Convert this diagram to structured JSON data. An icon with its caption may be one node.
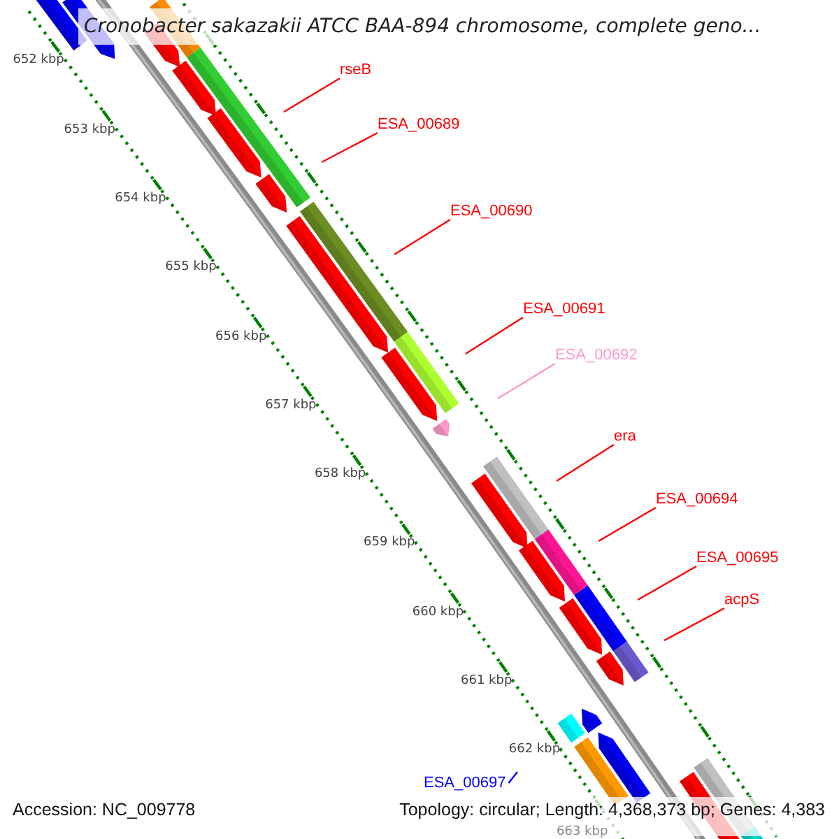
{
  "diagram": {
    "title": "Cronobacter sakazakii ATCC BAA-894 chromosome, complete geno...",
    "nodes": [
      {
        "text": [
          "rseB"
        ]
      },
      {
        "text": [
          "ESA_00689"
        ]
      },
      {
        "text": [
          "ESA_00690"
        ]
      },
      {
        "text": [
          "ESA_00691"
        ]
      },
      {
        "text": [
          "ESA_00692"
        ]
      },
      {
        "text": [
          "era"
        ]
      },
      {
        "text": [
          "ESA_00694"
        ]
      },
      {
        "text": [
          "ESA_00695"
        ]
      },
      {
        "text": [
          "acpS"
        ]
      },
      {
        "text": [
          "ESA_00697"
        ]
      }
    ],
    "edges": [
      {
        "from": 0,
        "to": null,
        "arrow": "none"
      },
      {
        "from": 1,
        "to": null,
        "arrow": "none"
      },
      {
        "from": 2,
        "to": null,
        "arrow": "none"
      },
      {
        "from": 3,
        "to": null,
        "arrow": "none"
      },
      {
        "from": 4,
        "to": null,
        "arrow": "none",
        "color": "#ff99cc"
      },
      {
        "from": 5,
        "to": null,
        "arrow": "none"
      },
      {
        "from": 6,
        "to": null,
        "arrow": "none"
      },
      {
        "from": 7,
        "to": null,
        "arrow": "none"
      },
      {
        "from": 8,
        "to": null,
        "arrow": "none"
      },
      {
        "from": 9,
        "to": null,
        "arrow": "none",
        "color": "#0000ff"
      }
    ],
    "labels": [
      "652 kbp",
      "653 kbp",
      "654 kbp",
      "655 kbp",
      "656 kbp",
      "657 kbp",
      "658 kbp",
      "659 kbp",
      "660 kbp",
      "661 kbp",
      "662 kbp",
      "663 kbp",
      "Accession: NC_009778",
      "Topology: circular; Length: 4,368,373 bp; Genes: 4,383"
    ]
  }
}
